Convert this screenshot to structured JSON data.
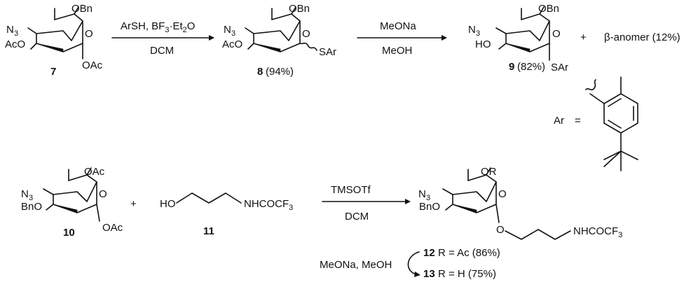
{
  "scheme": {
    "compound_7": {
      "number": "7",
      "groups": {
        "azide": "N",
        "azide_sub": "3",
        "obn": "OBn",
        "aco": "AcO",
        "oac": "OAc",
        "ring_o": "O"
      }
    },
    "step_1": {
      "reagent_top": "ArSH, BF",
      "reagent_sub1": "3",
      "reagent_mid": "·Et",
      "reagent_sub2": "2",
      "reagent_end": "O",
      "solvent": "DCM"
    },
    "compound_8": {
      "number": "8",
      "yield": "(94%)",
      "groups": {
        "azide": "N",
        "azide_sub": "3",
        "obn": "OBn",
        "aco": "AcO",
        "sar": "SAr",
        "ring_o": "O"
      }
    },
    "step_2": {
      "reagent_top": "MeONa",
      "solvent": "MeOH"
    },
    "compound_9": {
      "number": "9",
      "yield": "(82%)",
      "groups": {
        "azide": "N",
        "azide_sub": "3",
        "obn": "OBn",
        "ho": "HO",
        "sar": "SAr",
        "ring_o": "O"
      }
    },
    "plus_1": "+",
    "beta_anomer": "β-anomer (12%)",
    "ar_definition": {
      "label": "Ar",
      "equals": "="
    },
    "compound_10": {
      "number": "10",
      "groups": {
        "azide": "N",
        "azide_sub": "3",
        "oac_top": "OAc",
        "bno": "BnO",
        "oac": "OAc",
        "ring_o": "O"
      }
    },
    "plus_2": "+",
    "compound_11": {
      "number": "11",
      "ho": "HO",
      "nhcocf": "NHCOCF",
      "cf_sub": "3"
    },
    "step_3": {
      "reagent_top": "TMSOTf",
      "solvent": "DCM"
    },
    "compound_12_13": {
      "groups": {
        "azide": "N",
        "azide_sub": "3",
        "or": "OR",
        "bno": "BnO",
        "ring_o": "O",
        "o_link": "O",
        "nhcocf": "NHCOCF",
        "cf_sub": "3"
      }
    },
    "product_12": {
      "number": "12",
      "text": "R = Ac (86%)"
    },
    "product_13": {
      "number": "13",
      "text": "R = H (75%)"
    },
    "step_4": {
      "reagent": "MeONa, MeOH"
    }
  }
}
